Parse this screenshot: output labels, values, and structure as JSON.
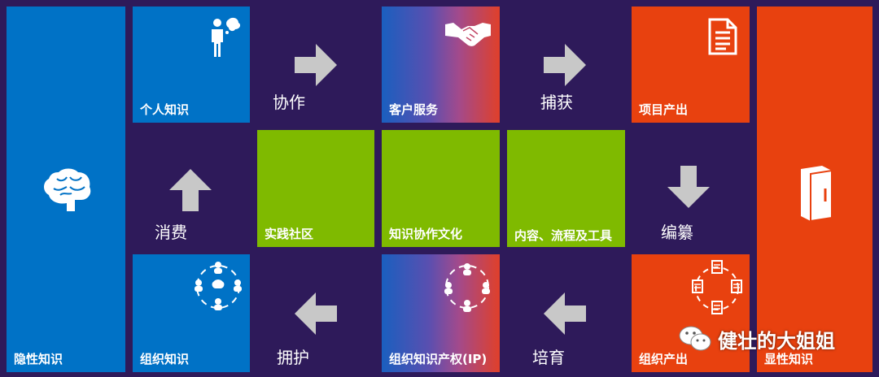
{
  "colors": {
    "background": "#2e1a5a",
    "blue": "#0072c6",
    "red": "#e8410f",
    "green": "#7fba00",
    "arrow": "#c8c8c8"
  },
  "tiles": {
    "tacit": "隐性知识",
    "personal": "个人知识",
    "org_knowledge": "组织知识",
    "customer_service": "客户服务",
    "org_ip": "组织知识产权(IP)",
    "project_output": "项目产出",
    "org_output": "组织产出",
    "explicit": "显性知识",
    "practice_community": "实践社区",
    "collab_culture": "知识协作文化",
    "content_tools": "内容、流程及工具"
  },
  "verbs": {
    "collaborate": "协作",
    "capture": "捕获",
    "consume": "消费",
    "compile": "编纂",
    "own": "拥护",
    "cultivate": "培育"
  },
  "icons": [
    "brain-icon",
    "person-thought-icon",
    "team-circle-icon",
    "handshake-icon",
    "people-circle-icon",
    "document-icon",
    "documents-circle-icon",
    "folder-icon",
    "wechat-icon"
  ],
  "watermark": "健壮的大姐姐"
}
